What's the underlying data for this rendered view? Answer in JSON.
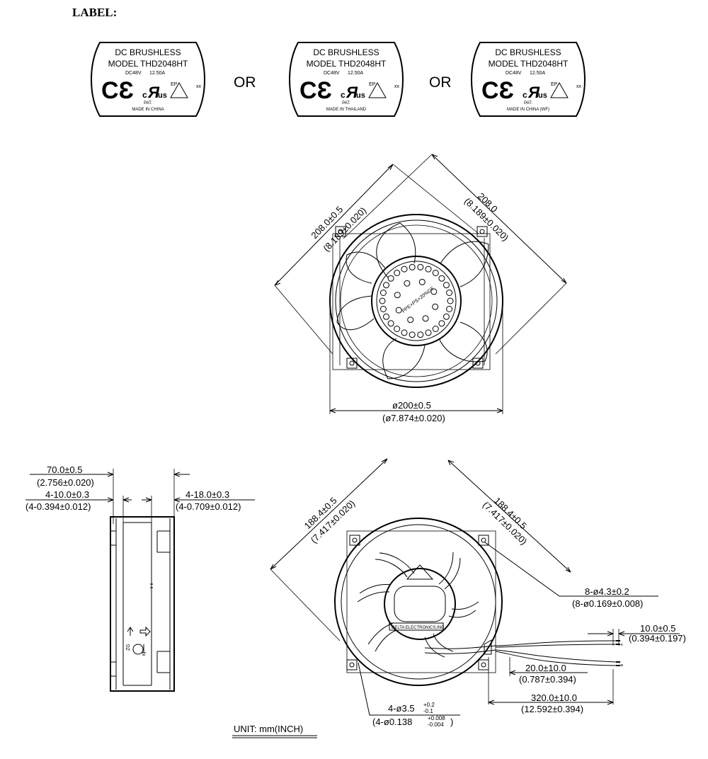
{
  "title": "LABEL:",
  "labels": [
    {
      "line1": "DC  BRUSHLESS",
      "line2": "MODEL  THD2048HT",
      "rating_v": "DC48V",
      "rating_a": "12.50A",
      "ep": "EP",
      "xx": "xx",
      "pat": "PAT.",
      "origin": "MADE IN CHINA"
    },
    {
      "line1": "DC  BRUSHLESS",
      "line2": "MODEL  THD2048HT",
      "rating_v": "DC48V",
      "rating_a": "12.50A",
      "ep": "EP",
      "xx": "xx",
      "pat": "PAT.",
      "origin": "MADE IN THAILAND"
    },
    {
      "line1": "DC  BRUSHLESS",
      "line2": "MODEL  THD2048HT",
      "rating_v": "DC48V",
      "rating_a": "12.50A",
      "ep": "EP",
      "xx": "xx",
      "pat": "PAT.",
      "origin": "MADE IN CHINA (WF)"
    }
  ],
  "or_text": [
    "OR",
    "OR"
  ],
  "front_view": {
    "dim_left": [
      "208.0±0.5",
      "(8.189±0.020)"
    ],
    "dim_right": [
      "208.0",
      "(8.189±0.020)"
    ],
    "dim_diameter": [
      "ø200±0.5",
      "(ø7.874±0.020)"
    ],
    "hub_text": "PPE+PS+20%GF"
  },
  "side_view": {
    "dim_width": [
      "70.0±0.5",
      "(2.756±0.020)"
    ],
    "dim_left": [
      "4-10.0±0.3",
      "(4-0.394±0.012)"
    ],
    "dim_right": [
      "4-18.0±0.3",
      "(4-0.709±0.012)"
    ]
  },
  "rear_view": {
    "dim_left": [
      "188.4±0.5",
      "(7.417±0.020)"
    ],
    "dim_right": [
      "188.4±0.5",
      "(7.417±0.020)"
    ],
    "dim_holes": [
      "8-ø4.3±0.2",
      "(8-ø0.169±0.008)"
    ],
    "dim_strip": [
      "10.0±0.5",
      "(0.394±0.197)"
    ],
    "dim_lead_a": [
      "20.0±10.0",
      "(0.787±0.394)"
    ],
    "dim_lead_b": [
      "320.0±10.0",
      "(12.592±0.394)"
    ],
    "dim_mount": {
      "base": "4-ø3.5",
      "tol_plus": "+0.2",
      "tol_minus": "-0.1"
    },
    "dim_mount_in": {
      "base": "(4-ø0.138",
      "tol_plus": "+0.008",
      "tol_minus": "-0.004",
      "close": ")"
    },
    "sticker": "DELTA  ELECTRONICS,INC."
  },
  "unit": "UNIT:  mm(INCH)"
}
